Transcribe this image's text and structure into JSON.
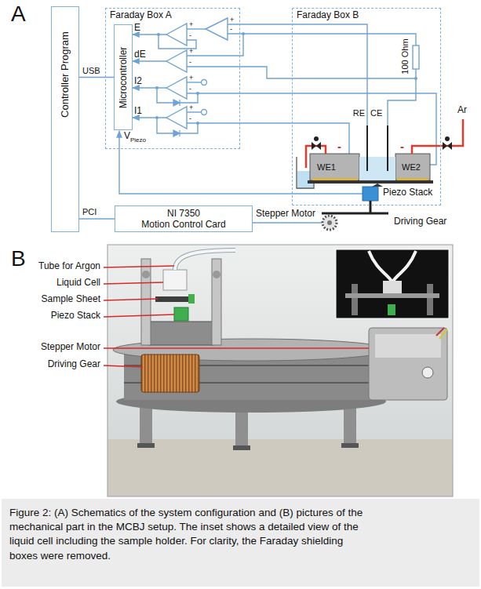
{
  "diagram": {
    "caption": "Figure 2: (A) Schematics of the system configuration and (B) pictures of the mechanical part in the MCBJ setup. The inset shows a detailed view of the liquid cell including the sample holder. For clarity, the Faraday shielding boxes were removed.",
    "nodes": [
      {
        "text": [
          "Controller Program"
        ]
      },
      {
        "text": [
          "Faraday Box A"
        ]
      },
      {
        "text": [
          "Microcontroller"
        ],
        "in": 1
      },
      {
        "text": [
          "Faraday Box B"
        ]
      },
      {
        "text": [
          "NI 7350",
          "Motion Control Card"
        ]
      }
    ],
    "edges": [
      {
        "from": 0,
        "to": 2,
        "arrow": "none",
        "label": "USB"
      },
      {
        "from": 0,
        "to": 4,
        "arrow": "none",
        "label": "PCI"
      }
    ],
    "labels": [
      "A",
      "E",
      "dE",
      "I2",
      "I1",
      "V",
      "Piezo",
      "+",
      "-",
      "+",
      "-",
      "+",
      "-",
      "+",
      "-",
      "+",
      "-",
      "100 Ohm",
      "RE",
      "CE",
      "Ar",
      "-",
      "-",
      "WE1",
      "WE2",
      "Piezo Stack",
      "Stepper Motor",
      "Driving Gear",
      "B",
      "Tube for Argon",
      "Liquid Cell",
      "Sample Sheet",
      "Piezo Stack",
      "Stepper Motor",
      "Driving Gear"
    ]
  }
}
